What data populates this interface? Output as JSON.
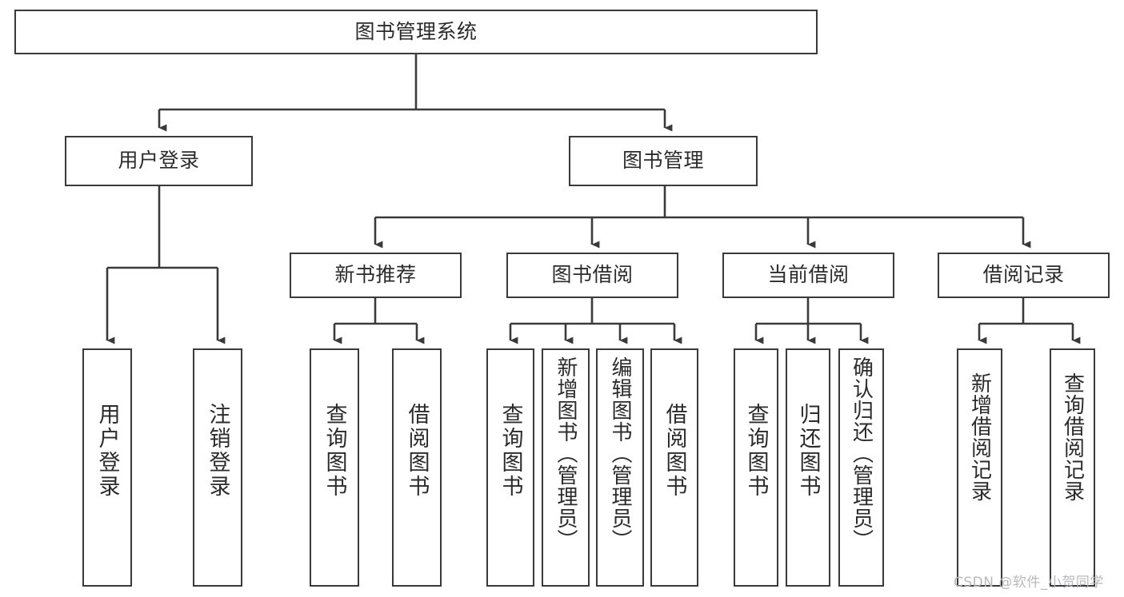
{
  "diagram": {
    "title": "图书管理系统",
    "type": "tree-hierarchy-functional-structure",
    "stroke_color": "#3a3a3c",
    "background_color": "#ffffff",
    "text_color": "#2b2b2b"
  },
  "nodes": {
    "root": {
      "label": "图书管理系统"
    },
    "level2": [
      {
        "label": "用户登录"
      },
      {
        "label": "图书管理"
      }
    ],
    "level3": [
      {
        "label": "新书推荐"
      },
      {
        "label": "图书借阅"
      },
      {
        "label": "当前借阅"
      },
      {
        "label": "借阅记录"
      }
    ],
    "leaves_user_login": [
      {
        "label": "用户登录"
      },
      {
        "label": "注销登录"
      }
    ],
    "leaves_new_book": [
      {
        "label": "查询图书"
      },
      {
        "label": "借阅图书"
      }
    ],
    "leaves_borrow": [
      {
        "label": "查询图书"
      },
      {
        "label": "新增图书（管理员）"
      },
      {
        "label": "编辑图书（管理员）"
      },
      {
        "label": "借阅图书"
      }
    ],
    "leaves_current": [
      {
        "label": "查询图书"
      },
      {
        "label": "归还图书"
      },
      {
        "label": "确认归还（管理员）"
      }
    ],
    "leaves_record": [
      {
        "label": "新增借阅记录"
      },
      {
        "label": "查询借阅记录"
      }
    ]
  },
  "watermark": {
    "text": "CSDN @软件_小贺同学"
  }
}
